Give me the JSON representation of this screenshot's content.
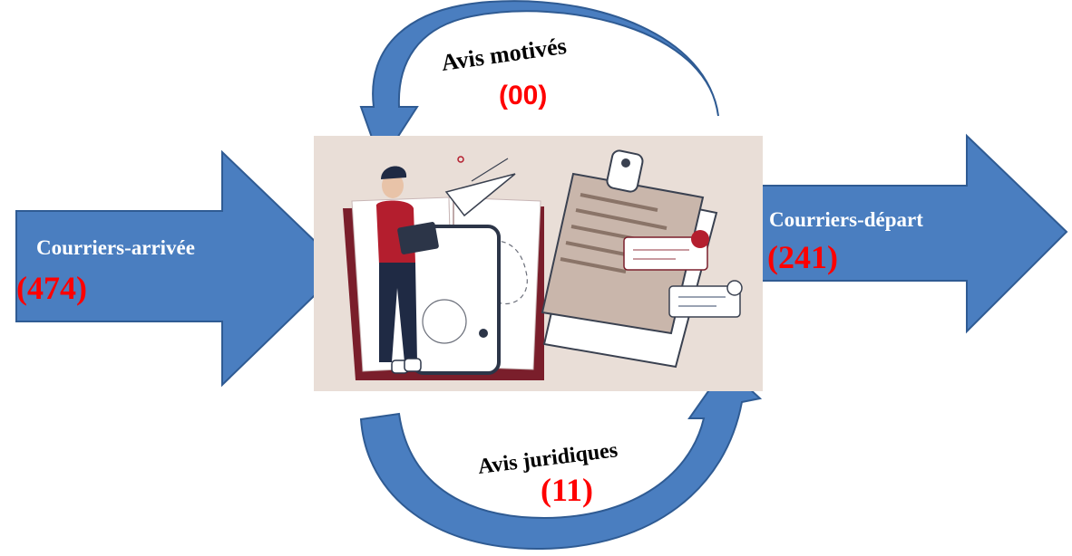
{
  "incoming": {
    "label": "Courriers-arrivée",
    "count": "(474)"
  },
  "outgoing": {
    "label": "Courriers-départ",
    "count": "(241)"
  },
  "motivated_opinions": {
    "label": "Avis motivés",
    "count": "(00)"
  },
  "legal_opinions": {
    "label": "Avis juridiques",
    "count": "(11)"
  },
  "colors": {
    "arrow_fill": "#4a7ec0",
    "arrow_stroke": "#2f5b93",
    "count_red": "#ff0000",
    "illustration_bg": "#e9ded7"
  },
  "icons": [
    "person-reading-icon",
    "paper-plane-icon",
    "clipboard-icon",
    "bell-icon",
    "share-icon",
    "book-icon",
    "tablet-icon"
  ]
}
